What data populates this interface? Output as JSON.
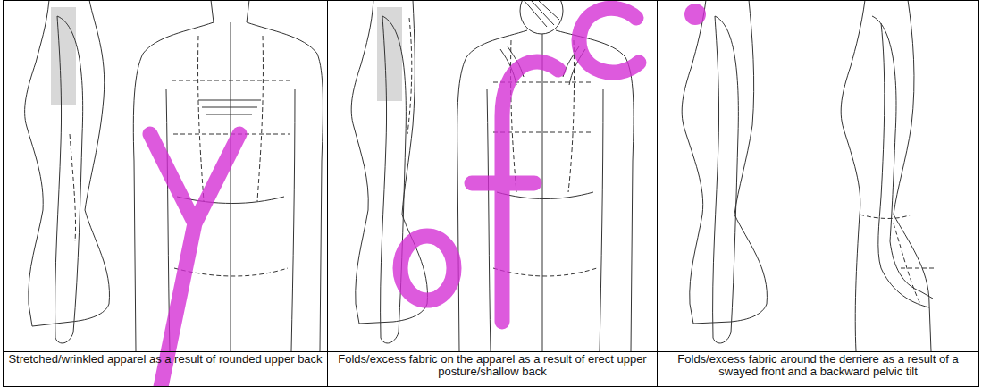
{
  "diagram": {
    "labels": [
      "Stretched/wrinkled apparel as a result of rounded upper back",
      "Folds/excess fabric on the apparel as a result of erect upper posture/shallow back",
      "Folds/excess fabric around the derriere as a result of a swayed front and a backward pelvic tilt"
    ]
  }
}
